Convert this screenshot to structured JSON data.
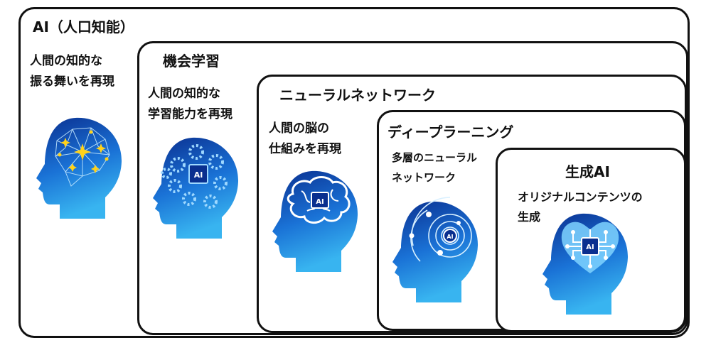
{
  "layers": [
    {
      "title": "AI（人口知能）",
      "desc": [
        "人間の知的な",
        "振る舞いを再現"
      ],
      "icon": "brain-network-head-icon"
    },
    {
      "title": "機会学習",
      "desc": [
        "人間の知的な",
        "学習能力を再現"
      ],
      "icon": "gears-ai-head-icon"
    },
    {
      "title": "ニューラルネットワーク",
      "desc": [
        "人間の脳の",
        "仕組みを再現"
      ],
      "icon": "circuit-brain-head-icon"
    },
    {
      "title": "ディープラーニング",
      "desc": [
        "多層のニューラル",
        "ネットワーク"
      ],
      "icon": "orbit-ai-head-icon"
    },
    {
      "title": "生成AI",
      "desc": [
        "オリジナルコンテンツの",
        "生成"
      ],
      "icon": "heart-circuit-head-icon"
    }
  ],
  "chip_label": "AI",
  "colors": {
    "head_light": "#38b4f0",
    "head_dark": "#0a2f8f",
    "accent_yellow": "#ffd21a",
    "border": "#111111"
  }
}
